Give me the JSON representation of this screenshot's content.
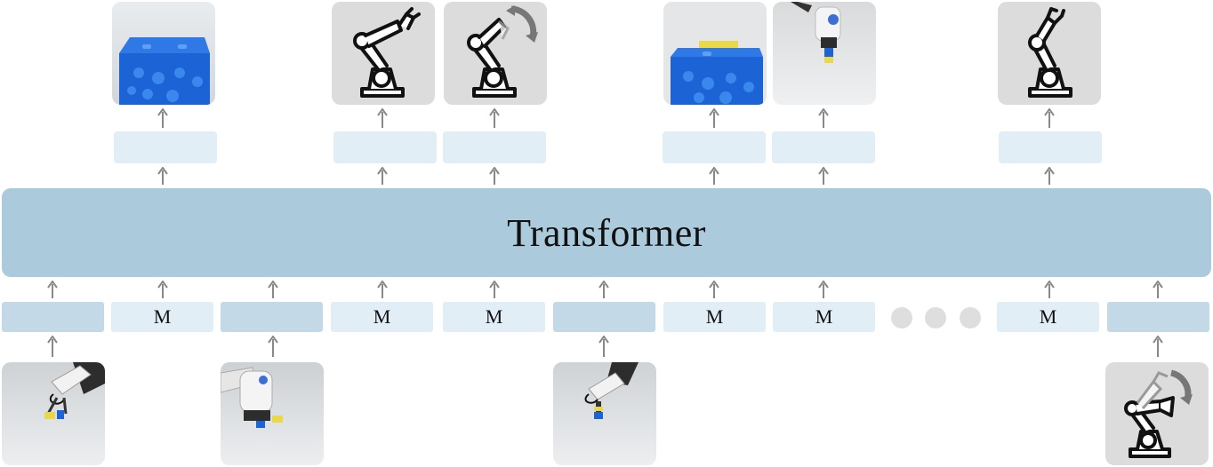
{
  "transformer": {
    "label": "Transformer"
  },
  "tokens": {
    "mask_label": "M"
  },
  "icons": {
    "robot_arm": "robot-arm-icon",
    "rotate_arrow": "rotate-arrow-icon",
    "ellipsis": "ellipsis-dots"
  },
  "colors": {
    "transformer": "#abcbdc",
    "token_light": "#e1eef6",
    "token_dark": "#c4d9e7",
    "arrow": "#888888",
    "dot": "#dedede"
  }
}
